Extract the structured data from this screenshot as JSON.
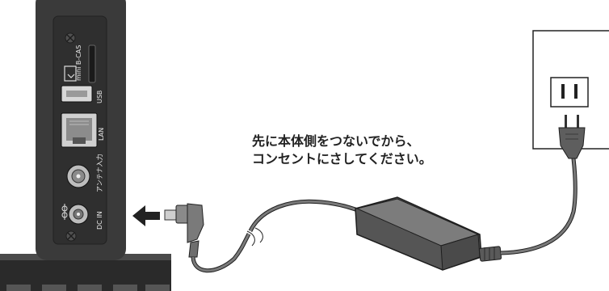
{
  "instruction": {
    "line1": "先に本体側をつないでから、",
    "line2": "コンセントにさしてください。"
  },
  "device_labels": {
    "card_slot": "mini B-CAS",
    "usb": "USB",
    "lan": "LAN",
    "antenna": "アンテナ入力",
    "dc_in": "DC IN"
  },
  "colors": {
    "device_body": "#3a3a3a",
    "panel": "#2e2e2e",
    "arrow": "#222222",
    "cable": "#6e6e6e",
    "adapter": "#6a6a6a",
    "outlet_plate": "#ffffff"
  }
}
